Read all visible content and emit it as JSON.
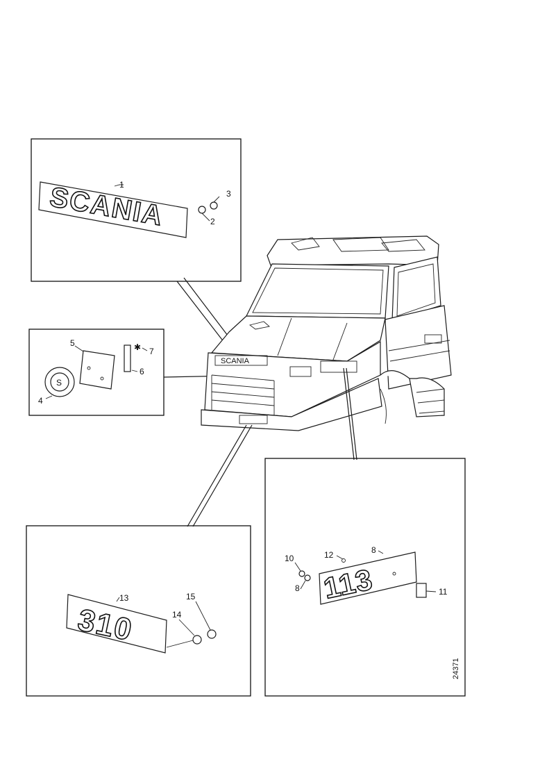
{
  "callouts": {
    "c1": "1",
    "c2": "2",
    "c3": "3",
    "c4": "4",
    "c5": "5",
    "c6": "6",
    "c7": "7",
    "c8a": "8",
    "c8b": "8",
    "c10": "10",
    "c11": "11",
    "c12": "12",
    "c13": "13",
    "c14": "14",
    "c15": "15"
  },
  "emblems": {
    "grille_badge": "SCANIA",
    "front_number": "310",
    "side_number": "113",
    "circle_emblem": "S"
  },
  "figure_code": "24371"
}
